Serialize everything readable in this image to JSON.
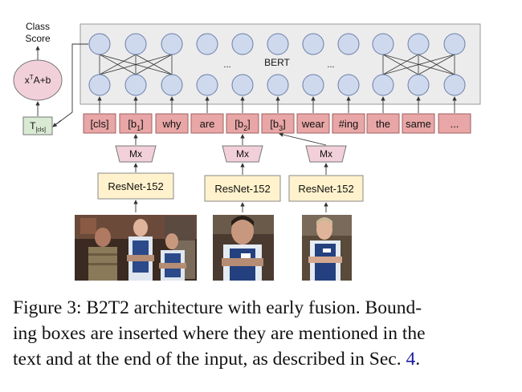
{
  "figure": {
    "class_score_label": [
      "Class",
      "Score"
    ],
    "linear_layer_label": {
      "base": "x",
      "sup": "T",
      "rest": "A+b"
    },
    "cls_output_label": {
      "base": "T",
      "sub": "[cls]"
    },
    "bert_label": "BERT",
    "ellipsis_labels": [
      "...",
      "..."
    ],
    "tokens": [
      {
        "text": "[cls]"
      },
      {
        "text": "[b",
        "sub": "1",
        "close": "]"
      },
      {
        "text": "why"
      },
      {
        "text": "are"
      },
      {
        "text": "[b",
        "sub": "2",
        "close": "]"
      },
      {
        "text": "[b",
        "sub": "3",
        "close": "]"
      },
      {
        "text": "wear"
      },
      {
        "text": "#ing"
      },
      {
        "text": "the"
      },
      {
        "text": "same"
      },
      {
        "text": "..."
      }
    ],
    "mx_label": "Mx",
    "resnet_label": "ResNet-152",
    "colors": {
      "node_fill": "#cfd9ee",
      "token_fill": "#e8a6a6",
      "mx_fill": "#f2d0da",
      "resnet_fill": "#fff2cc",
      "linear_fill": "#f2d0da",
      "cls_output_fill": "#d9ead3",
      "bert_panel_fill": "#ececec"
    },
    "photos": [
      {
        "name": "full-scene-photo"
      },
      {
        "name": "crop-photo-b2"
      },
      {
        "name": "crop-photo-b3"
      }
    ]
  },
  "caption": {
    "lines": [
      "Figure 3: B2T2 architecture with early fusion. Bound-",
      "ing boxes are inserted where they are mentioned in the"
    ],
    "last_line_prefix": "text and at the end of the input, as described in Sec. ",
    "last_line_ref": "4",
    "last_line_suffix": "."
  }
}
